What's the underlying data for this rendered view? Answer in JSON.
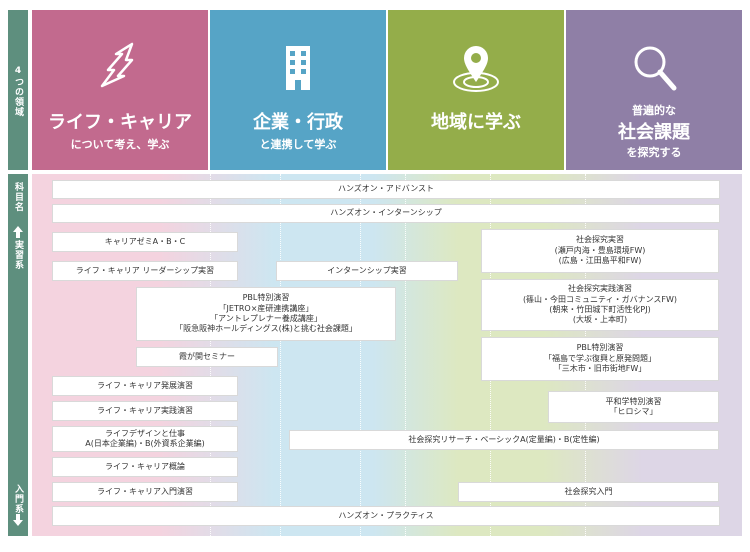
{
  "sidebar": {
    "top_label": "4つの領域",
    "bottom_top_label": "科目名",
    "bottom_mid_label": "実習系",
    "bottom_bottom_label": "入門系"
  },
  "colors": {
    "life": "#c26a8e",
    "corp": "#56a4c6",
    "region": "#94ad4a",
    "social": "#8f7fa6",
    "sidebar": "#5e8f7e"
  },
  "areas": [
    {
      "icon": "zigzag-arrow-icon",
      "title": "ライフ・キャリア",
      "subtitle": "について考え、学ぶ"
    },
    {
      "icon": "office-building-icon",
      "title": "企業・行政",
      "subtitle": "と連携して学ぶ"
    },
    {
      "icon": "map-pin-target-icon",
      "title": "地域に学ぶ",
      "subtitle": ""
    },
    {
      "icon": "magnifier-icon",
      "pre": "普遍的な",
      "title": "社会課題",
      "subtitle": "を探究する"
    }
  ],
  "courses": {
    "handson_advanced": "ハンズオン・アドバンスト",
    "handson_internship": "ハンズオン・インターンシップ",
    "career_seminar": "キャリアゼミA・B・C",
    "leadership": "ライフ・キャリア リーダーシップ実習",
    "internship_practice": "インターンシップ実習",
    "social_practice": [
      "社会探究実習",
      "(瀬戸内海・豊島環境FW)",
      "(広島・江田島平和FW)"
    ],
    "social_seminar": [
      "社会探究実践演習",
      "(篠山・今田コミュニティ・ガバナンスFW)",
      "(朝来・竹田城下町活性化PJ)",
      "(大坂・上本町)"
    ],
    "pbl_corp": [
      "PBL特別演習",
      "「JETRO×産研連携講座」",
      "「アントレプレナー養成講座」",
      "「阪急阪神ホールディングス(株)と挑む社会課題」"
    ],
    "kasumigaseki": "霞が関セミナー",
    "pbl_fukushima": [
      "PBL特別演習",
      "「福島で学ぶ復興と原発問題」",
      "「三木市・旧市街地FW」"
    ],
    "peace": [
      "平和学特別演習",
      "「ヒロシマ」"
    ],
    "career_dev": "ライフ・キャリア発展演習",
    "career_practice": "ライフ・キャリア実践演習",
    "life_design": [
      "ライフデザインと仕事",
      "A(日本企業編)・B(外資系企業編)"
    ],
    "social_research": "社会探究リサーチ・ベーシックA(定量編)・B(定性編)",
    "career_overview": "ライフ・キャリア概論",
    "career_intro": "ライフ・キャリア入門演習",
    "social_intro": "社会探究入門",
    "handson_practice": "ハンズオン・プラクティス"
  }
}
